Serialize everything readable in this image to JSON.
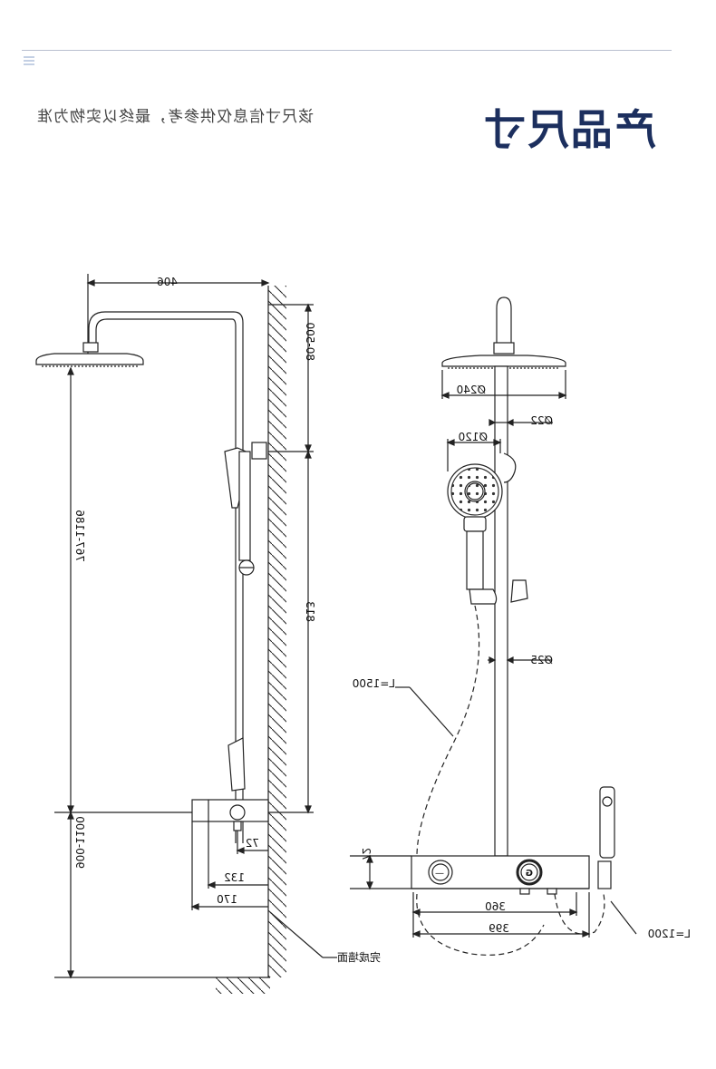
{
  "header": {
    "title": "产品尺寸",
    "subtitle": "该尺寸信息仅供参考，最终以实物为准"
  },
  "side_view": {
    "dims": {
      "width_top": "406",
      "arm_drop": "80-500",
      "spray_height": "767-1186",
      "bar_length": "813",
      "mount_height": "900-1100",
      "d72": "72",
      "d132": "132",
      "d170": "170"
    },
    "wall_label": "完成墙面"
  },
  "front_view": {
    "dims": {
      "head_dia": "Ø240",
      "pipe_dia": "Ø22",
      "hand_dia": "Ø120",
      "bar_dia": "Ø25",
      "hose_upper": "L=1500",
      "box_height": "72",
      "box_width_inner": "360",
      "box_width_outer": "399",
      "hose_lower": "L=1200"
    },
    "knob_left_symbol": "—",
    "knob_right_symbol": "G"
  },
  "colors": {
    "title": "#1c2f5e",
    "line": "#222222",
    "rule": "#b9bfd0"
  }
}
